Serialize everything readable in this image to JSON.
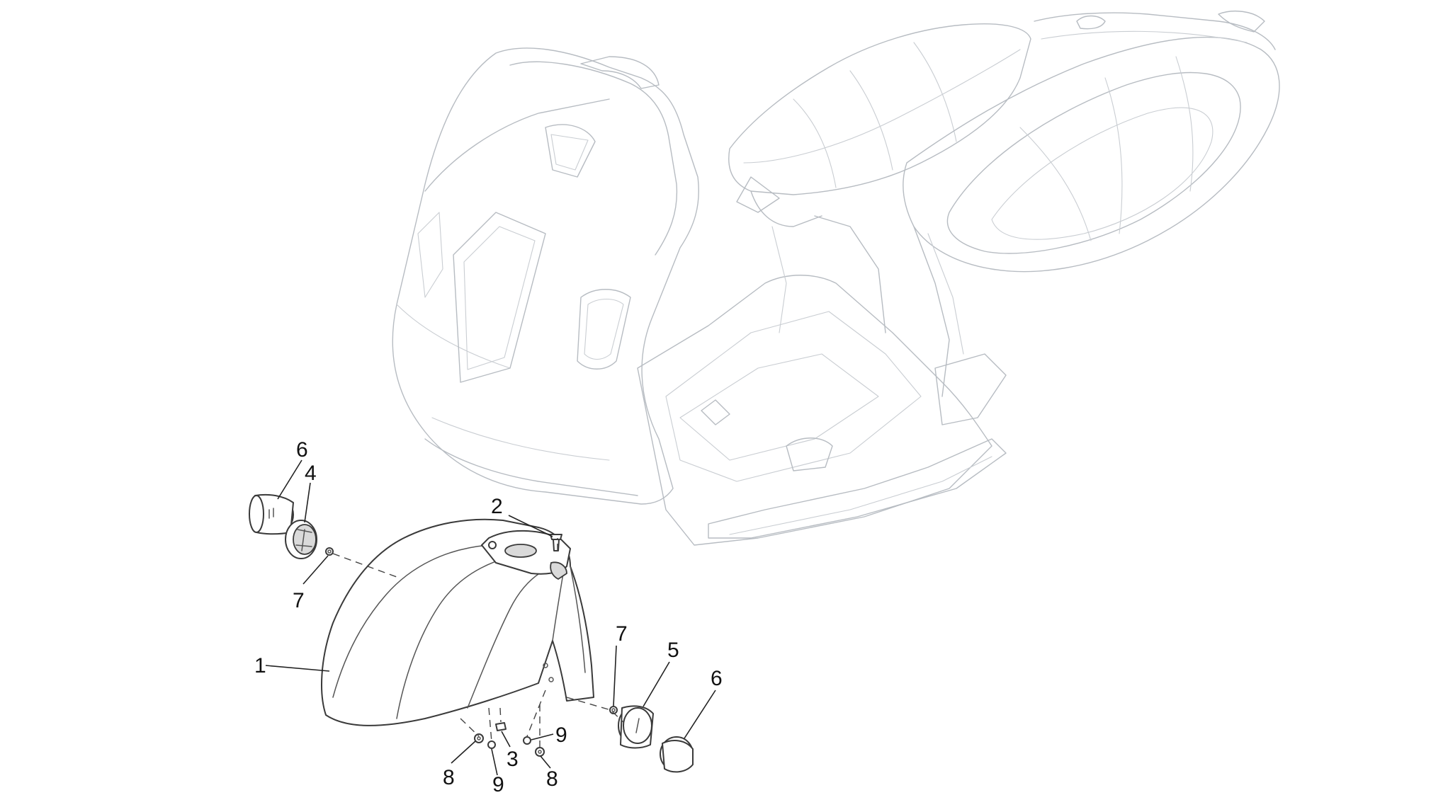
{
  "callouts": {
    "c1": "1",
    "c2": "2",
    "c3": "3",
    "c4": "4",
    "c5": "5",
    "c6a": "6",
    "c6b": "6",
    "c7a": "7",
    "c7b": "7",
    "c8a": "8",
    "c8b": "8",
    "c9a": "9",
    "c9b": "9"
  }
}
